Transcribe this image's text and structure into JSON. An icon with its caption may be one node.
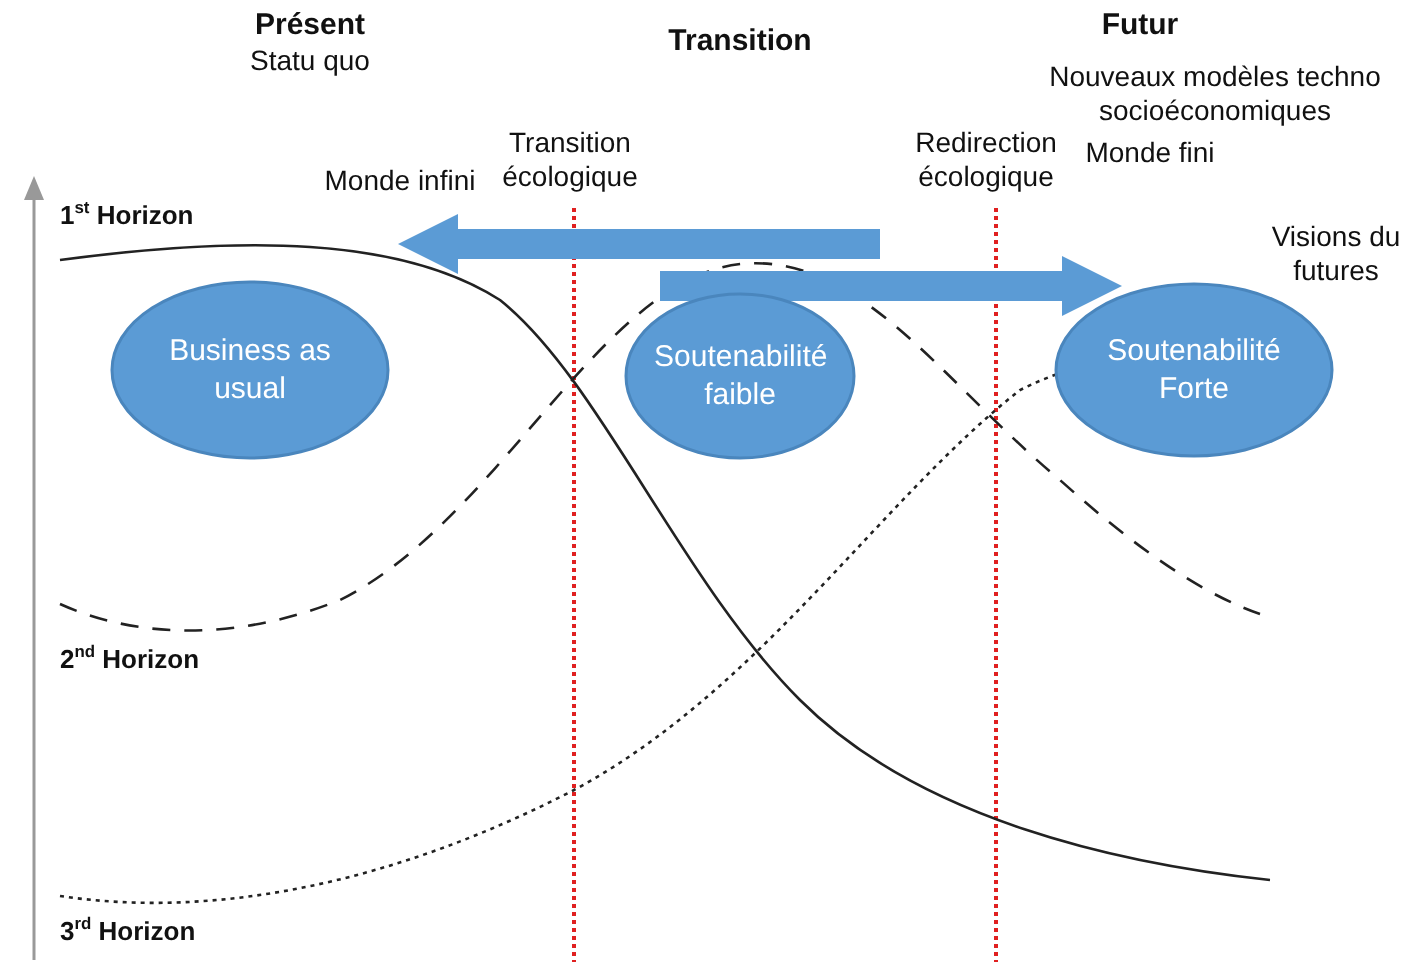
{
  "diagram": {
    "nodes": [
      {
        "text": [
          "Business as usual"
        ]
      },
      {
        "text": [
          "Soutenabilité faible"
        ]
      },
      {
        "text": [
          "Soutenabilité Forte"
        ]
      }
    ],
    "edges": [
      {
        "from": 1,
        "to": 0,
        "arrow": "to"
      },
      {
        "from": 1,
        "to": 2,
        "arrow": "to"
      }
    ],
    "labels": [
      "Présent",
      "Statu quo",
      "Transition",
      "Futur",
      "Nouveaux modèles techno socioéconomiques",
      "Monde fini",
      "Monde infini",
      "Transition écologique",
      "Redirection écologique",
      "1$^{st}$ Horizon",
      "Visions du futures",
      "2$^{nd}$ Horizon",
      "3$^{rd}$ Horizon"
    ]
  }
}
